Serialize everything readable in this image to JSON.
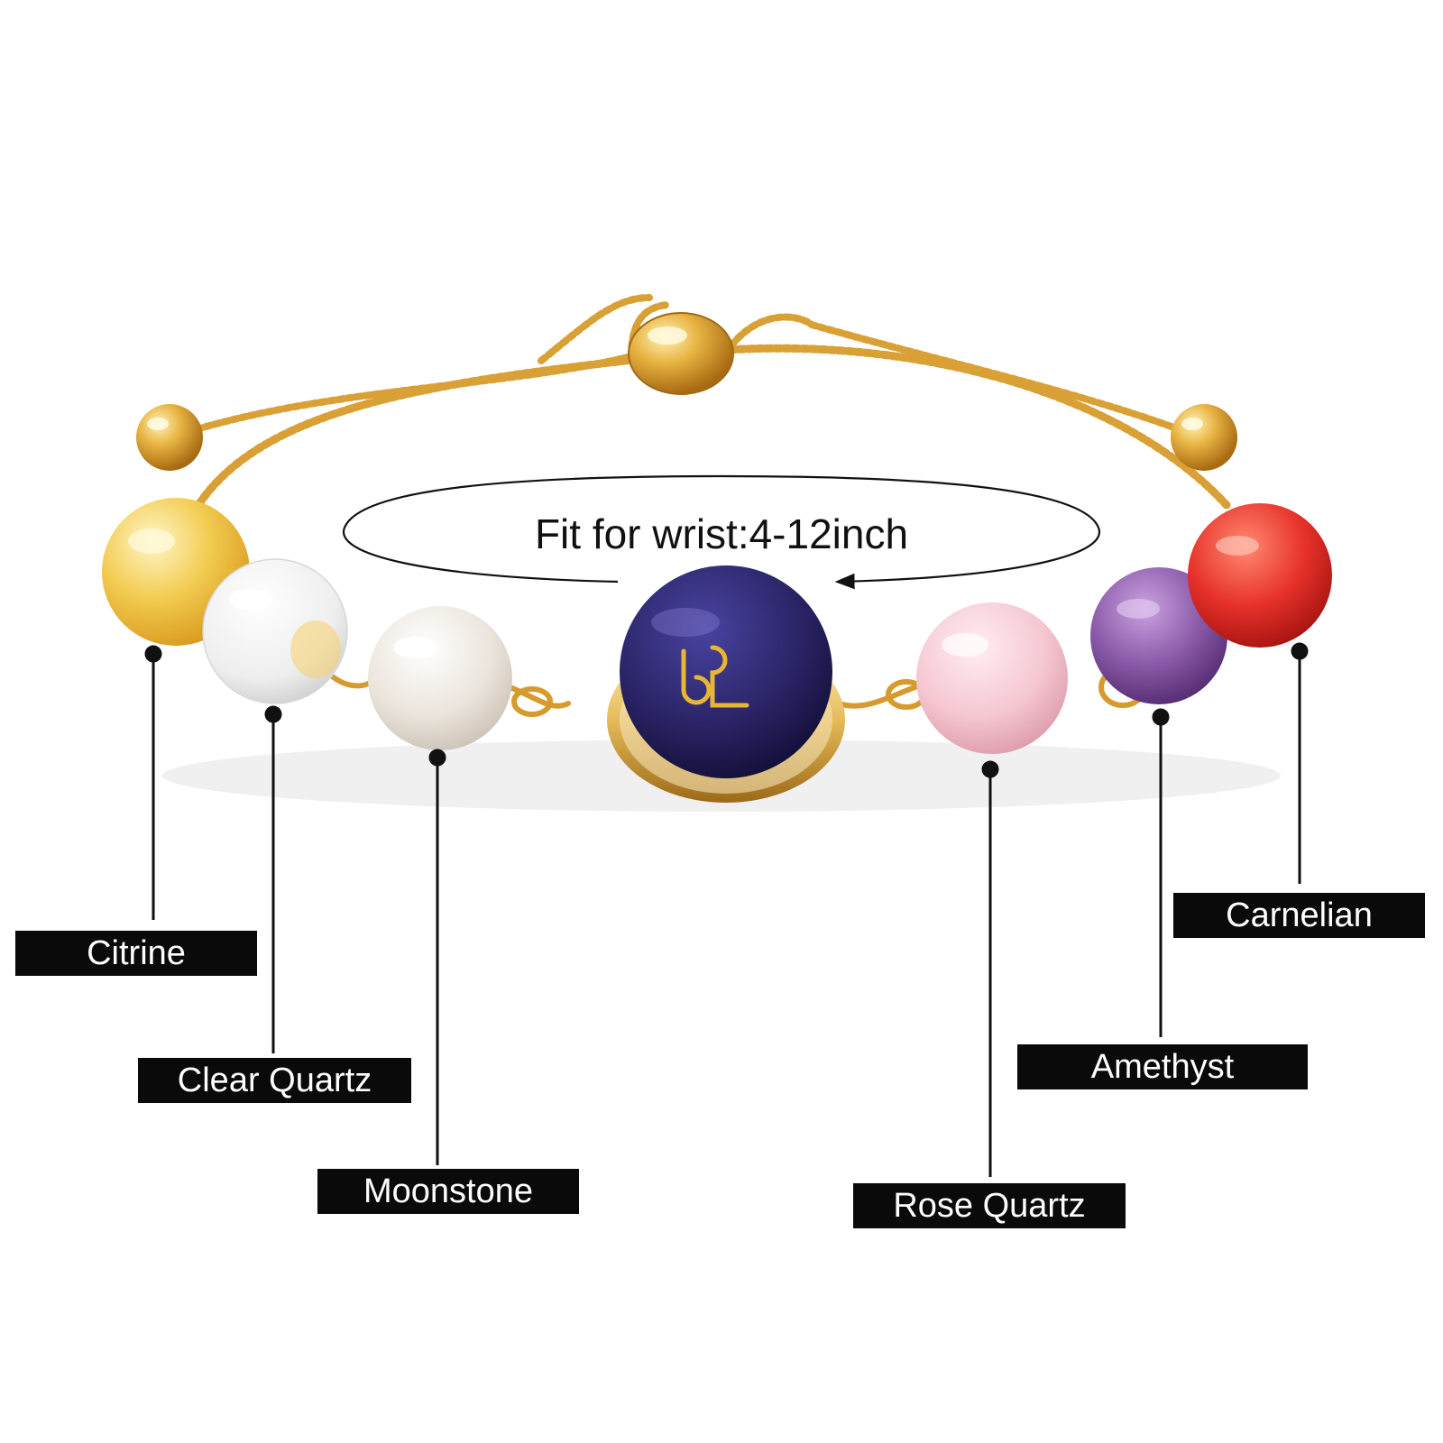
{
  "wrist_note": "Fit for wrist:4-12inch",
  "labels": {
    "citrine": "Citrine",
    "clear_quartz": "Clear Quartz",
    "moonstone": "Moonstone",
    "rose_quartz": "Rose Quartz",
    "amethyst": "Amethyst",
    "carnelian": "Carnelian"
  },
  "colors": {
    "gold": "#e0a63a",
    "citrine": "#f2c64a",
    "clear_quartz": "#f1f1f1",
    "moonstone": "#ece7e0",
    "center_stone": "#2a2466",
    "rose_quartz": "#f6c9d2",
    "amethyst": "#8a5aa8",
    "carnelian": "#e7312a",
    "label_bg": "#0a0a0a"
  }
}
